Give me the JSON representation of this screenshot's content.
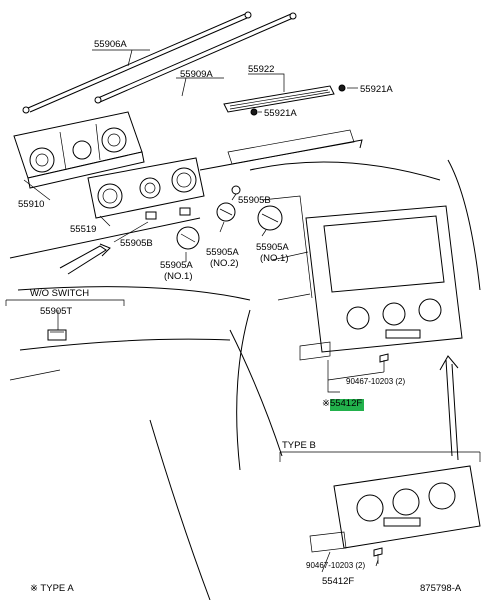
{
  "parts": {
    "p55906A": "55906A",
    "p55909A": "55909A",
    "p55922": "55922",
    "p55921A_top": "55921A",
    "p55921A_mid": "55921A",
    "p55910": "55910",
    "p55519": "55519",
    "p55905B_left": "55905B",
    "p55905B_right": "55905B",
    "p55905A_no1_a": "55905A",
    "p55905A_no1_a_sub": "(NO.1)",
    "p55905A_no2": "55905A",
    "p55905A_no2_sub": "(NO.2)",
    "p55905A_no1_b": "55905A",
    "p55905A_no1_b_sub": "(NO.1)",
    "wo_switch": "W/O SWITCH",
    "p55905T": "55905T",
    "screw_top": "90467-10203 (2)",
    "p55412F_marked": "※55412F",
    "type_b": "TYPE B",
    "screw_bottom": "90467-10203 (2)",
    "p55412F_bottom": "55412F",
    "footer_note": "※ TYPE A",
    "diagram_id": "875798-A"
  },
  "highlight_color": "#22b14c"
}
